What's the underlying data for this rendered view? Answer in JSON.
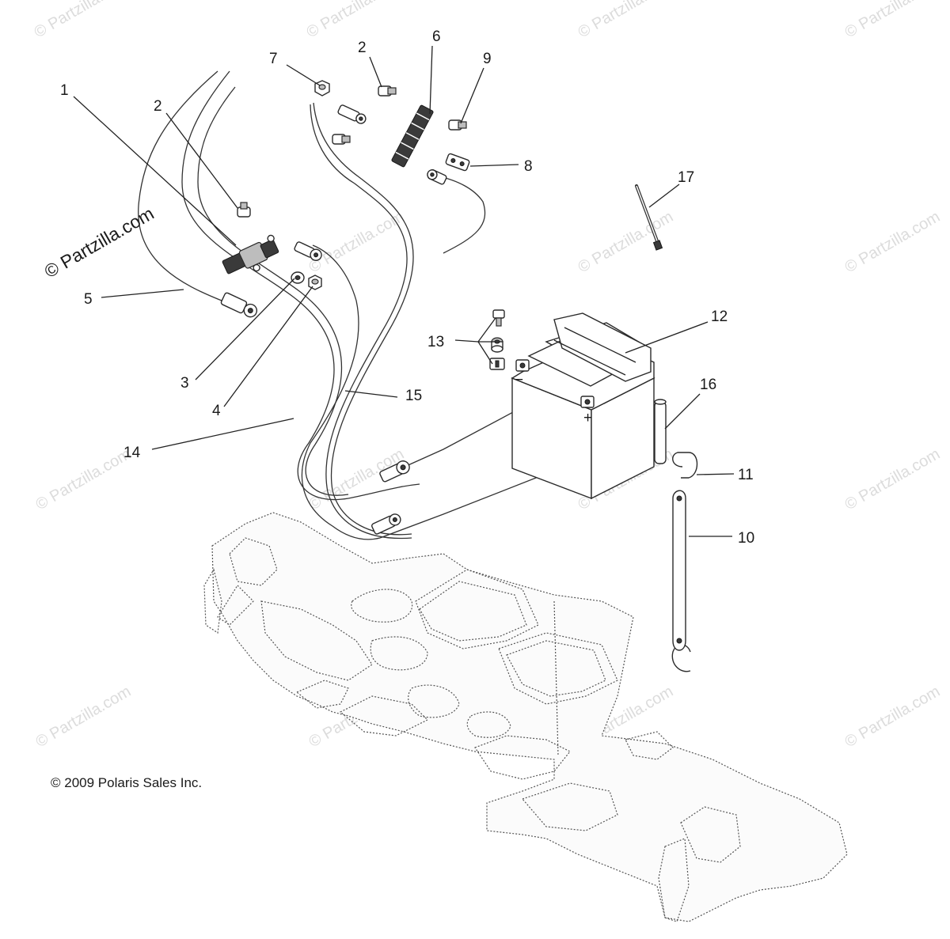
{
  "watermark": "© Partzilla.com",
  "brand_watermark": "© Partzilla.com",
  "copyright": "© 2009 Polaris Sales Inc.",
  "callouts": {
    "c1": "1",
    "c2a": "2",
    "c2b": "2",
    "c3": "3",
    "c4": "4",
    "c5": "5",
    "c6": "6",
    "c7": "7",
    "c8": "8",
    "c9": "9",
    "c10": "10",
    "c11": "11",
    "c12": "12",
    "c13": "13",
    "c14": "14",
    "c15": "15",
    "c16": "16",
    "c17": "17"
  },
  "battery_terminals": {
    "negative": "−",
    "positive": "+"
  }
}
